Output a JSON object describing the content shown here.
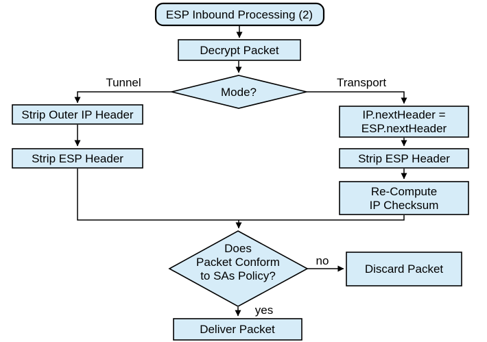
{
  "diagram": {
    "title": {
      "label": "ESP Inbound Processing (2)"
    },
    "nodes": {
      "decrypt": {
        "label": "Decrypt Packet"
      },
      "mode": {
        "label": "Mode?"
      },
      "strip_outer": {
        "label": "Strip Outer IP Header"
      },
      "strip_esp_left": {
        "label": "Strip ESP Header"
      },
      "ip_next_header": {
        "line1": "IP.nextHeader =",
        "line2": "ESP.nextHeader"
      },
      "strip_esp_right": {
        "label": "Strip ESP Header"
      },
      "recompute": {
        "line1": "Re-Compute",
        "line2": "IP Checksum"
      },
      "policy_check": {
        "line1": "Does",
        "line2": "Packet Conform",
        "line3": "to SAs Policy?"
      },
      "discard": {
        "label": "Discard Packet"
      },
      "deliver": {
        "label": "Deliver Packet"
      }
    },
    "edge_labels": {
      "tunnel": "Tunnel",
      "transport": "Transport",
      "no": "no",
      "yes": "yes"
    },
    "colors": {
      "node_fill": "#d6ecf8",
      "node_border": "#000000",
      "line": "#000000",
      "text": "#000000",
      "background": "#ffffff"
    }
  }
}
